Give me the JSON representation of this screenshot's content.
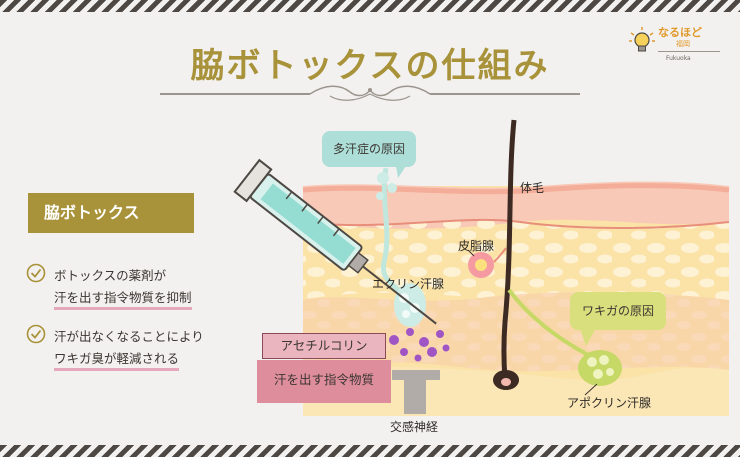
{
  "header": {
    "title": "脇ボトックスの仕組み"
  },
  "logo": {
    "name": "なるほど",
    "sub": "福岡",
    "city": "Fukuoka"
  },
  "sidebar": {
    "badge": "脇ボトックス",
    "points": [
      {
        "line1": "ボトックスの薬剤が",
        "line2": "汗を出す指令物質を抑制"
      },
      {
        "line1": "汗が出なくなることにより",
        "line2": "ワキガ臭が軽減される"
      }
    ]
  },
  "diagram": {
    "bubble_hyperhidrosis": "多汗症の原因",
    "bubble_wakiga": "ワキガの原因",
    "label_hair": "体毛",
    "label_sebaceous": "皮脂腺",
    "label_eccrine": "エクリン汗腺",
    "label_apocrine": "アポクリン汗腺",
    "label_sympathetic": "交感神経",
    "label_acetylcholine": "アセチルコリン",
    "label_signal": "汗を出す指令物質"
  },
  "colors": {
    "accent_gold": "#a8923a",
    "skin_top": "#f8c9b7",
    "skin_mid": "#fbe6b6",
    "bubble_teal": "#aeded8",
    "bubble_lime": "#d9df7c",
    "pink": "#de8d9c",
    "molecule_purple": "#a055c4"
  },
  "icons": [
    "lightbulb-icon",
    "check-circle-icon",
    "syringe-icon",
    "ornament-divider-icon"
  ]
}
